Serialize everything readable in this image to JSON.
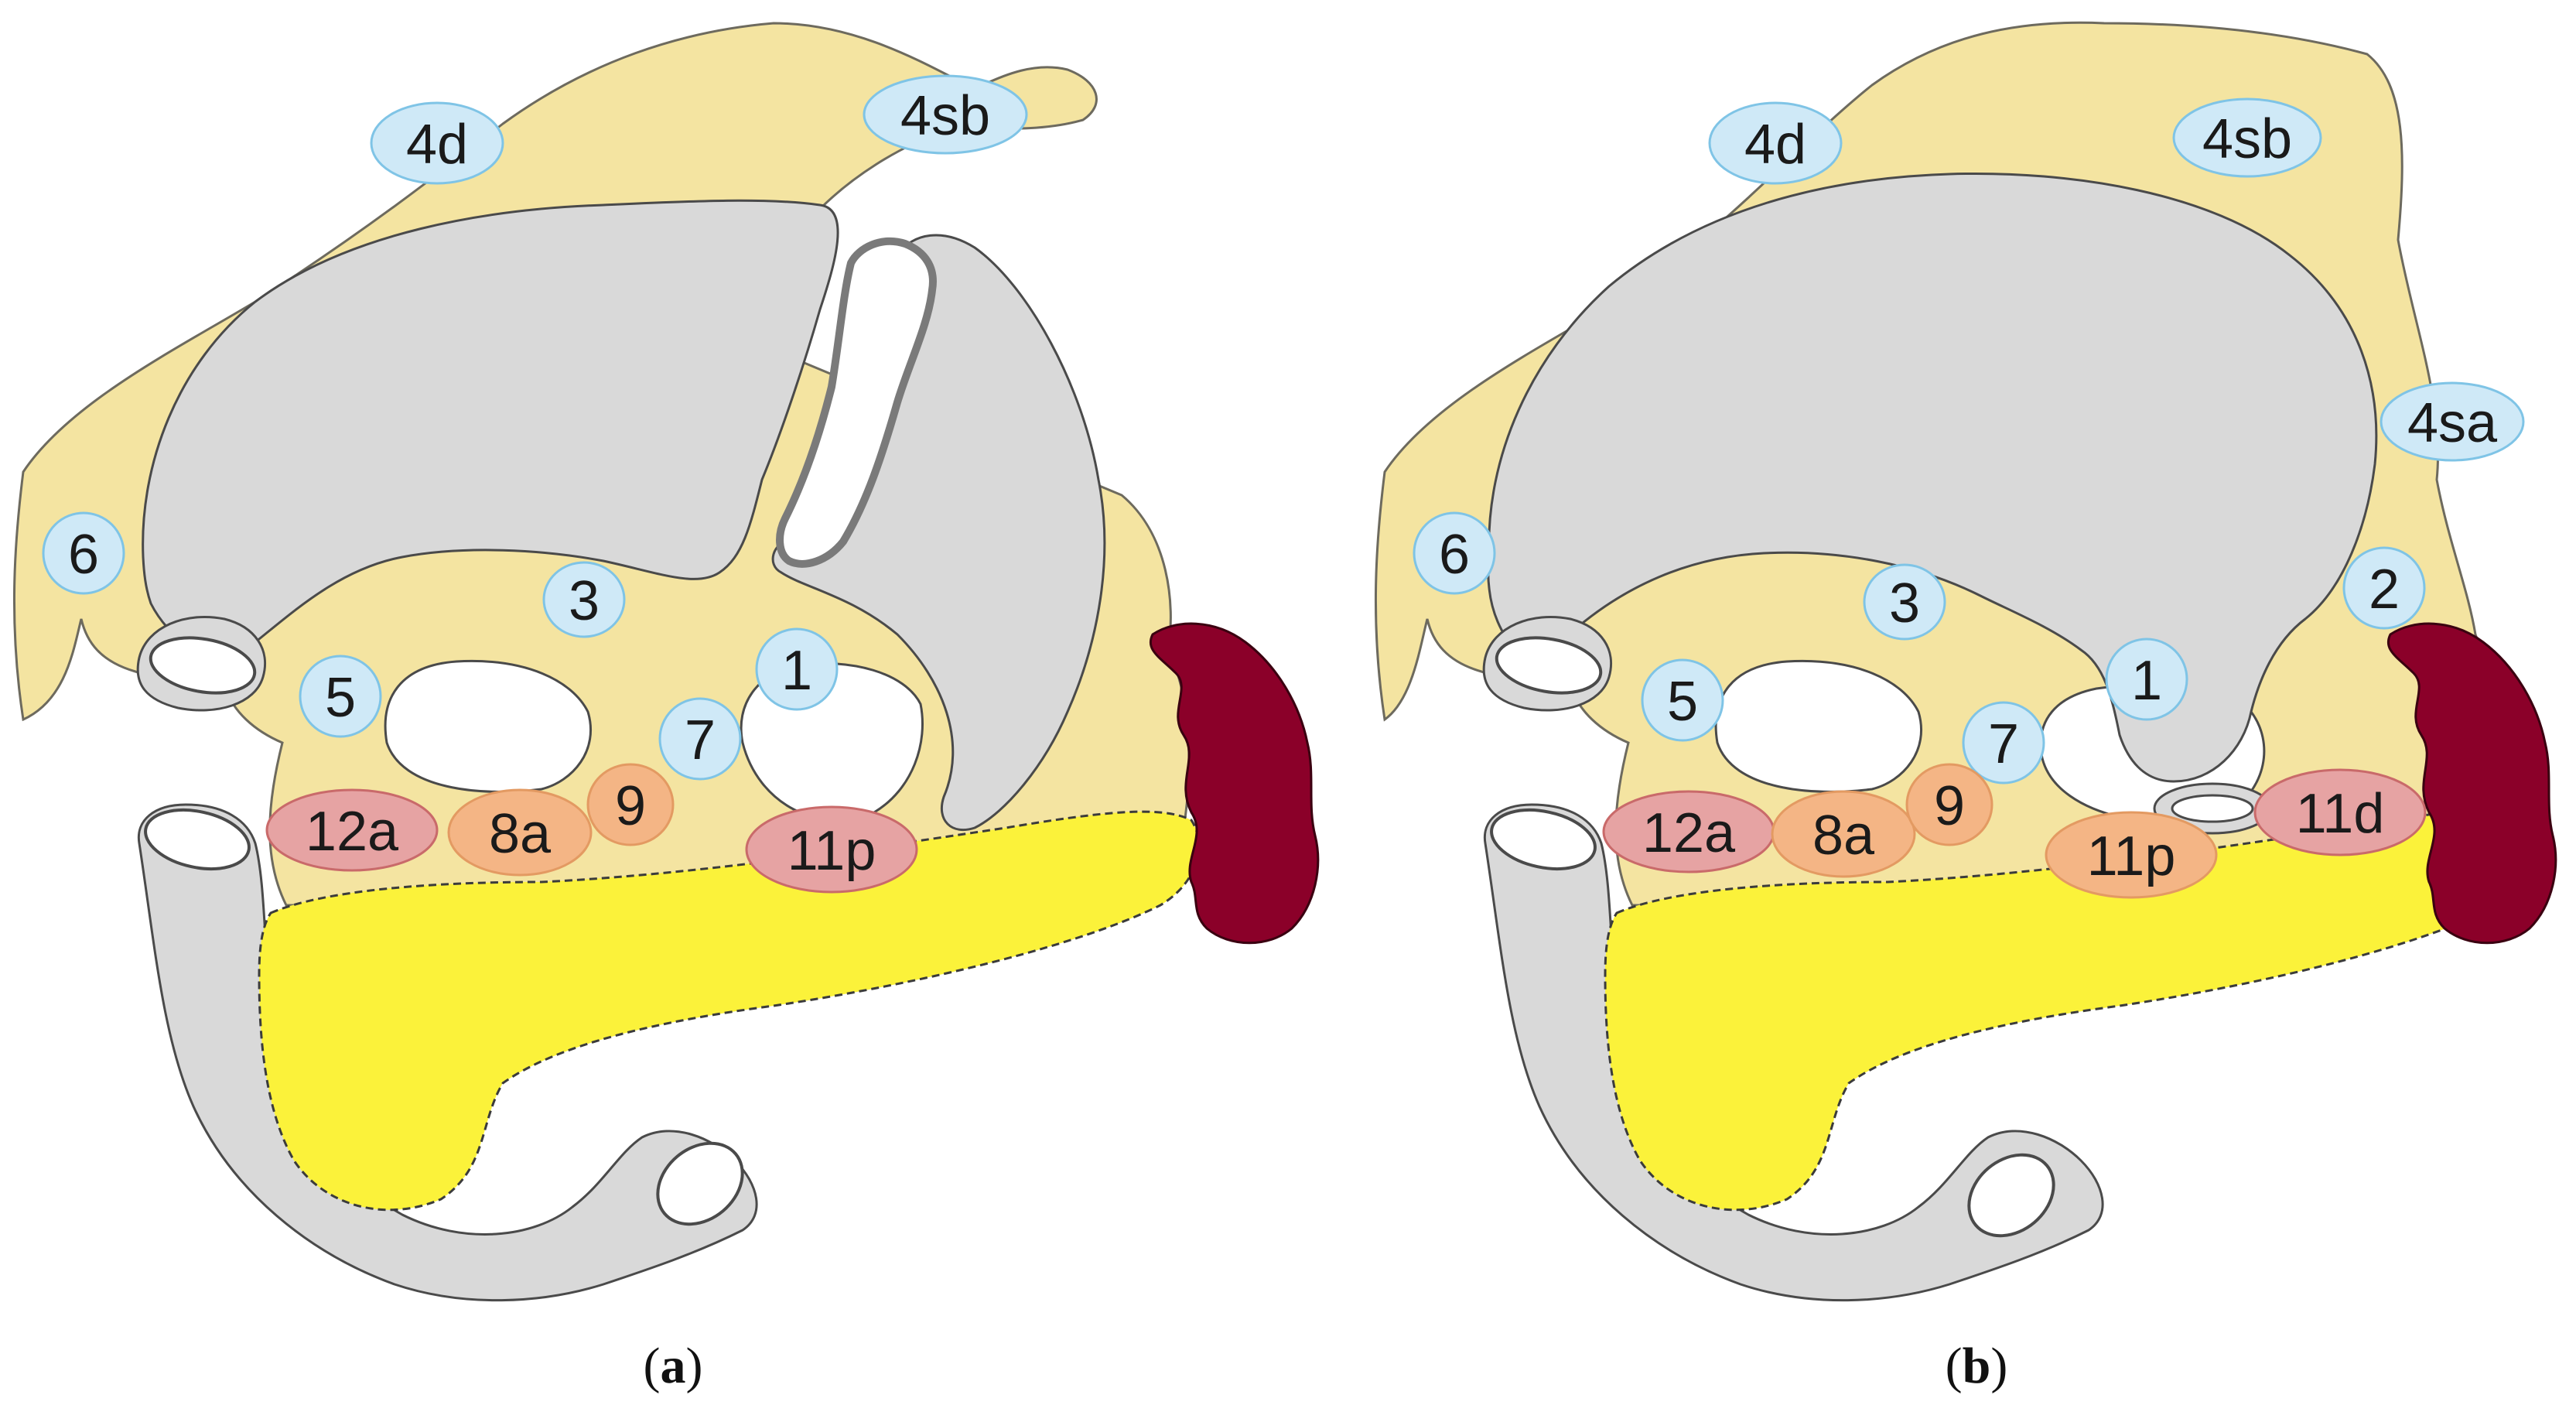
{
  "colors": {
    "omentum": "#f4e4a1",
    "omentum_stroke": "#6d6a5e",
    "stomach": "#d9d9d9",
    "stomach_stroke": "#4a4a4a",
    "pancreas": "#fbf23a",
    "spleen": "#8b0029",
    "node_blue_fill": "#cfe9f7",
    "node_blue_stroke": "#7fc4e6",
    "node_red_fill": "#e6a3a3",
    "node_red_stroke": "#c96a6a",
    "node_orange_fill": "#f4b585",
    "node_orange_stroke": "#e39a62"
  },
  "panels": [
    {
      "caption_open": "(",
      "caption_letter": "a",
      "caption_close": ")",
      "nodes": [
        {
          "label": "4d",
          "group": "blue"
        },
        {
          "label": "4sb",
          "group": "blue"
        },
        {
          "label": "6",
          "group": "blue"
        },
        {
          "label": "3",
          "group": "blue"
        },
        {
          "label": "5",
          "group": "blue"
        },
        {
          "label": "1",
          "group": "blue"
        },
        {
          "label": "7",
          "group": "blue"
        },
        {
          "label": "12a",
          "group": "red"
        },
        {
          "label": "8a",
          "group": "orange"
        },
        {
          "label": "9",
          "group": "orange"
        },
        {
          "label": "11p",
          "group": "red"
        }
      ]
    },
    {
      "caption_open": "(",
      "caption_letter": "b",
      "caption_close": ")",
      "nodes": [
        {
          "label": "4d",
          "group": "blue"
        },
        {
          "label": "4sb",
          "group": "blue"
        },
        {
          "label": "4sa",
          "group": "blue"
        },
        {
          "label": "6",
          "group": "blue"
        },
        {
          "label": "3",
          "group": "blue"
        },
        {
          "label": "2",
          "group": "blue"
        },
        {
          "label": "5",
          "group": "blue"
        },
        {
          "label": "1",
          "group": "blue"
        },
        {
          "label": "7",
          "group": "blue"
        },
        {
          "label": "12a",
          "group": "red"
        },
        {
          "label": "8a",
          "group": "orange"
        },
        {
          "label": "9",
          "group": "orange"
        },
        {
          "label": "11p",
          "group": "orange"
        },
        {
          "label": "11d",
          "group": "red"
        }
      ]
    }
  ]
}
